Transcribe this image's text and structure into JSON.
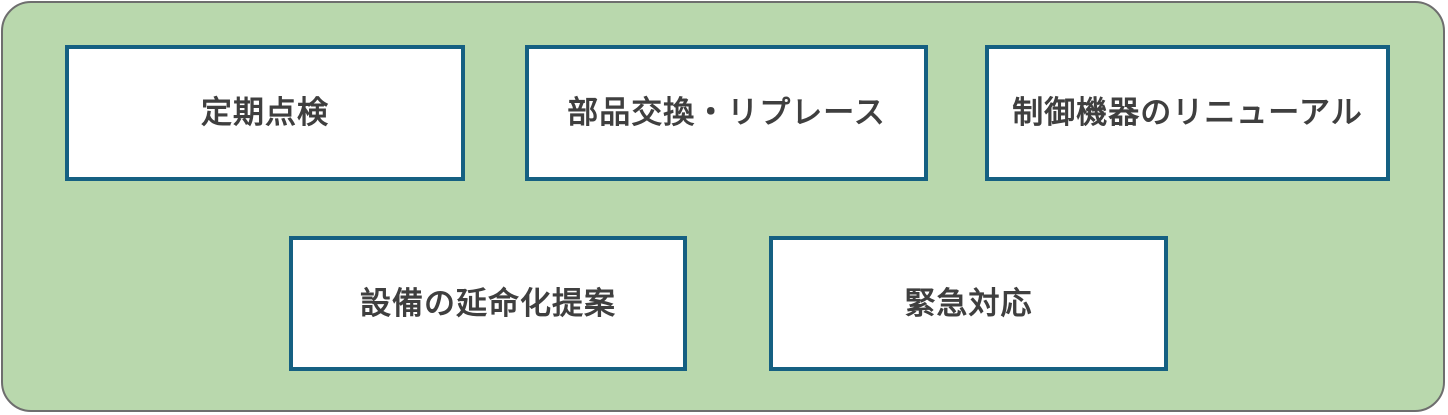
{
  "diagram": {
    "description": "maintenance-services-diagram",
    "boxes": [
      {
        "label": "定期点検"
      },
      {
        "label": "部品交換・リプレース"
      },
      {
        "label": "制御機器のリニューアル"
      },
      {
        "label": "設備の延命化提案"
      },
      {
        "label": "緊急対応"
      }
    ],
    "colors": {
      "panel_bg": "#b9d8ad",
      "panel_border": "#6e6e6e",
      "box_bg": "#ffffff",
      "box_border": "#156082",
      "text": "#3f3f3f"
    }
  }
}
